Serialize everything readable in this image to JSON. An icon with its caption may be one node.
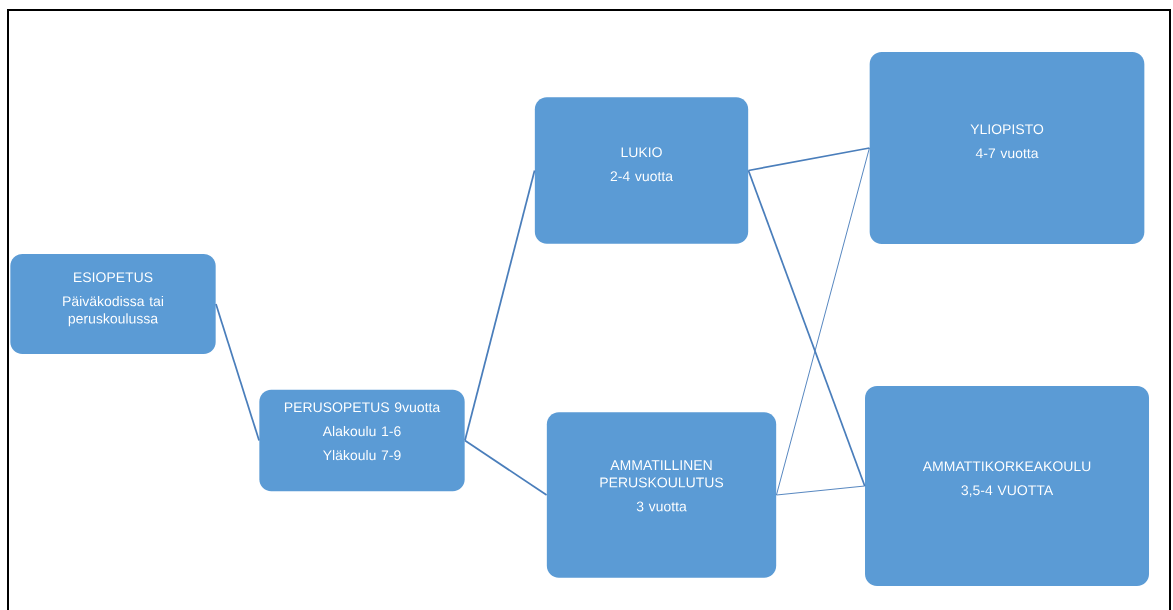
{
  "diagram": {
    "nodes": [
      {
        "text": [
          "ESIOPETUS",
          "Päiväkodissa tai peruskoulussa"
        ]
      },
      {
        "text": [
          "PERUSOPETUS 9vuotta",
          "Alakoulu 1-6",
          "Yläkoulu 7-9"
        ]
      },
      {
        "text": [
          "LUKIO",
          "2-4 vuotta"
        ]
      },
      {
        "text": [
          "AMMATILLINEN PERUSKOULUTUS",
          "3 vuotta"
        ]
      },
      {
        "text": [
          "YLIOPISTO",
          "4-7 vuotta"
        ]
      },
      {
        "text": [
          "AMMATTIKORKEAKOULU",
          "3,5-4 VUOTTA"
        ]
      }
    ],
    "edges": [
      {
        "from": 0,
        "to": 1,
        "arrow": "none"
      },
      {
        "from": 1,
        "to": 2,
        "arrow": "none"
      },
      {
        "from": 1,
        "to": 3,
        "arrow": "none"
      },
      {
        "from": 2,
        "to": 4,
        "arrow": "none"
      },
      {
        "from": 2,
        "to": 5,
        "arrow": "none"
      },
      {
        "from": 3,
        "to": 4,
        "arrow": "none"
      },
      {
        "from": 3,
        "to": 5,
        "arrow": "none"
      }
    ]
  }
}
